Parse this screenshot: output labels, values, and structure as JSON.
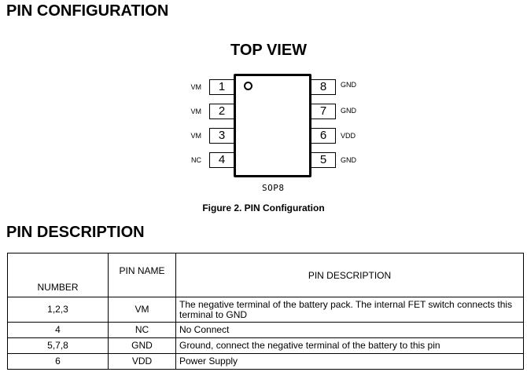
{
  "sections": {
    "configuration_title": "PIN CONFIGURATION",
    "description_title": "PIN DESCRIPTION"
  },
  "diagram": {
    "view_title": "TOP VIEW",
    "package": "SOP8",
    "caption": "Figure 2.  PIN Configuration",
    "left_pins": [
      {
        "number": "1",
        "name": "VM"
      },
      {
        "number": "2",
        "name": "VM"
      },
      {
        "number": "3",
        "name": "VM"
      },
      {
        "number": "4",
        "name": "NC"
      }
    ],
    "right_pins": [
      {
        "number": "8",
        "name": "GND"
      },
      {
        "number": "7",
        "name": "GND"
      },
      {
        "number": "6",
        "name": "VDD"
      },
      {
        "number": "5",
        "name": "GND"
      }
    ]
  },
  "table": {
    "headers": [
      "NUMBER",
      "PIN NAME",
      "PIN DESCRIPTION"
    ],
    "rows": [
      {
        "number": "1,2,3",
        "name": "VM",
        "description": "The negative terminal of the battery pack. The internal FET switch connects this terminal to GND"
      },
      {
        "number": "4",
        "name": "NC",
        "description": "No Connect"
      },
      {
        "number": "5,7,8",
        "name": "GND",
        "description": "Ground, connect the negative terminal of the battery to this pin"
      },
      {
        "number": "6",
        "name": "VDD",
        "description": "Power Supply"
      }
    ]
  }
}
